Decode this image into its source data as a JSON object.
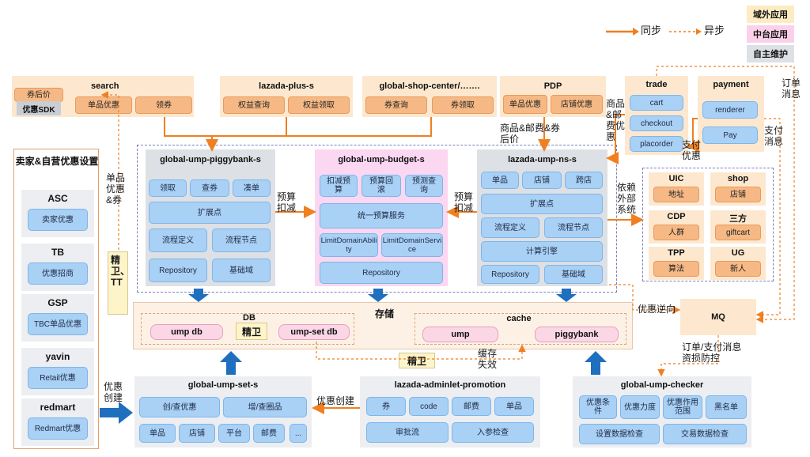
{
  "legend": {
    "sync": "同步",
    "async": "异步",
    "external": "域外应用",
    "middle": "中台应用",
    "self": "自主维护"
  },
  "top": {
    "search": {
      "title": "search",
      "items": [
        "单品优惠",
        "领券"
      ],
      "coupon_after": "券后价",
      "sdk": "优惠SDK"
    },
    "lazada_plus": {
      "title": "lazada-plus-s",
      "items": [
        "权益查询",
        "权益领取"
      ]
    },
    "shop_center": {
      "title": "global-shop-center/…….",
      "items": [
        "券查询",
        "券领取"
      ]
    },
    "pdp": {
      "title": "PDP",
      "items": [
        "单品优惠",
        "店铺优惠"
      ]
    },
    "trade": {
      "title": "trade",
      "items": [
        "cart",
        "checkout",
        "placorder"
      ]
    },
    "payment": {
      "title": "payment",
      "items": [
        "renderer",
        "Pay"
      ]
    }
  },
  "left": {
    "title": "卖家&自营优惠设置",
    "groups": [
      {
        "name": "ASC",
        "item": "卖家优惠"
      },
      {
        "name": "TB",
        "item": "优惠招商"
      },
      {
        "name": "GSP",
        "item": "TBC单品优惠"
      },
      {
        "name": "yavin",
        "item": "Retail优惠"
      },
      {
        "name": "redmart",
        "item": "Redmart优惠"
      }
    ]
  },
  "piggybank": {
    "title": "global-ump-piggybank-s",
    "row1": [
      "领取",
      "查券",
      "凑单"
    ],
    "ext": "扩展点",
    "row3": [
      "流程定义",
      "流程节点"
    ],
    "row4": [
      "Repository",
      "基础域"
    ]
  },
  "budget": {
    "title": "global-ump-budget-s",
    "row1": [
      "扣减预算",
      "预算回滚",
      "预测查询"
    ],
    "svc": "统一预算服务",
    "row3": [
      "LimitDomainAbility",
      "LimitDomainService"
    ],
    "repo": "Repository"
  },
  "ns": {
    "title": "lazada-ump-ns-s",
    "row1": [
      "单品",
      "店铺",
      "跨店"
    ],
    "ext": "扩展点",
    "row3": [
      "流程定义",
      "流程节点"
    ],
    "calc": "计算引擎",
    "row5": [
      "Repository",
      "基础域"
    ]
  },
  "right": {
    "groups": [
      {
        "name": "UIC",
        "item": "地址"
      },
      {
        "name": "shop",
        "item": "店铺"
      },
      {
        "name": "CDP",
        "item": "人群"
      },
      {
        "name": "三方",
        "item": "giftcart"
      },
      {
        "name": "TPP",
        "item": "算法"
      },
      {
        "name": "UG",
        "item": "新人"
      }
    ],
    "mq": "MQ"
  },
  "storage": {
    "title": "存储",
    "db": "DB",
    "db1": "ump db",
    "guard": "精卫",
    "db2": "ump-set db",
    "cache": "cache",
    "c1": "ump",
    "c2": "piggybank",
    "guard2": "精卫",
    "invalidate": "缓存失效"
  },
  "setS": {
    "title": "global-ump-set-s",
    "row1": [
      "创/查优惠",
      "增/查圈品"
    ],
    "row2": [
      "单品",
      "店铺",
      "平台",
      "邮费",
      "..."
    ]
  },
  "admin": {
    "title": "lazada-adminlet-promotion",
    "row1": [
      "券",
      "code",
      "邮费",
      "单品"
    ],
    "row2": [
      "审批流",
      "入参检查"
    ]
  },
  "checker": {
    "title": "global-ump-checker",
    "row1": [
      "优惠条件",
      "优惠力度",
      "优惠作用范围",
      "黑名单"
    ],
    "row2": [
      "设置数据检查",
      "交易数据检查"
    ]
  },
  "labels": {
    "single_coupon": "单品优惠&券",
    "jingwei_tt": "精卫、TT",
    "budget_deduct1": "预算扣减",
    "budget_deduct2": "预算扣减",
    "goods_postage": "商品&邮费&券后价",
    "goods_postage2": "商品&邮费优惠",
    "pay_discount": "支付优惠",
    "order_msg": "订单消息",
    "pay_msg": "支付消息",
    "depend": "依赖外部系统",
    "reverse": "优惠逆向",
    "risk": "订单/支付消息资损防控",
    "create1": "优惠创建",
    "create2": "优惠创建"
  }
}
